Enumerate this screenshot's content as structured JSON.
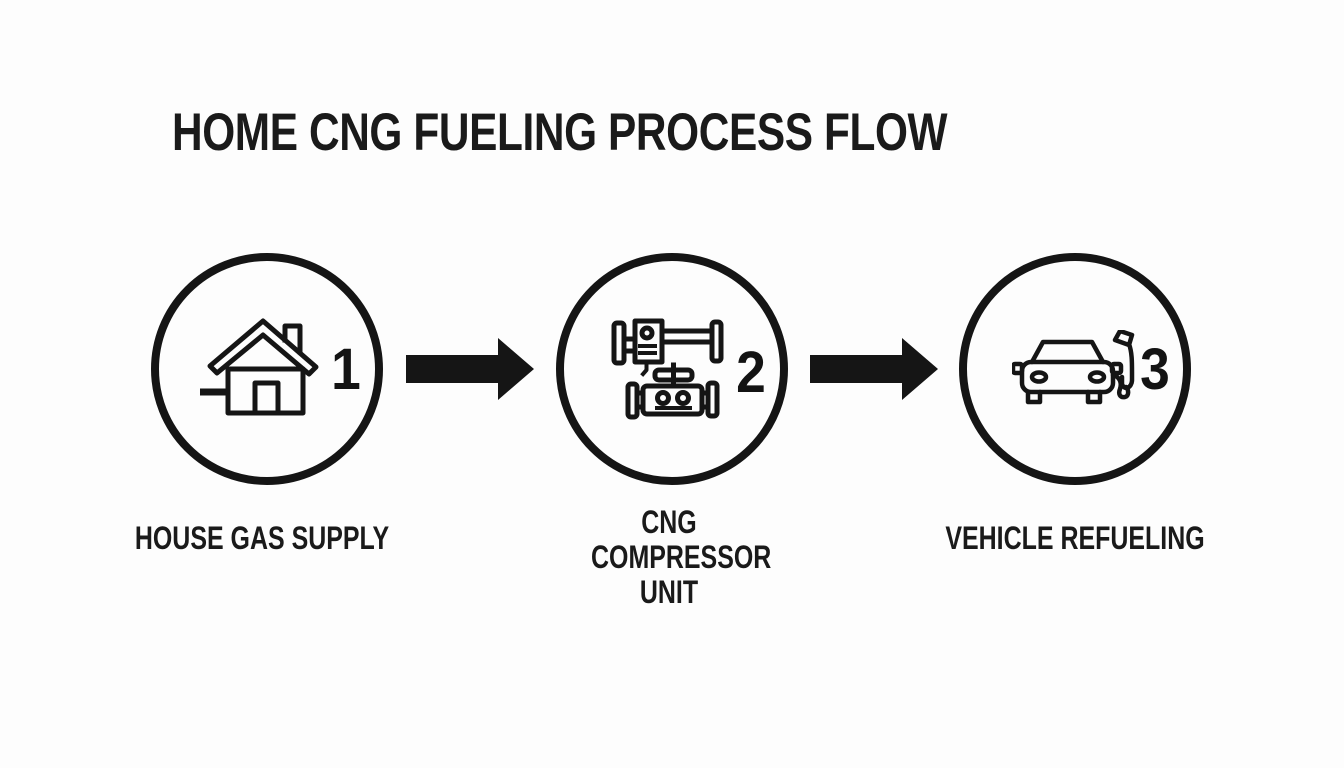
{
  "title": "HOME CNG FUELING PROCESS FLOW",
  "diagram": {
    "type": "process-flow",
    "direction": "left-to-right",
    "steps": [
      {
        "number": "1",
        "label": "HOUSE GAS SUPPLY",
        "icon": "house-icon"
      },
      {
        "number": "2",
        "label": "CNG COMPRESSOR UNIT",
        "icon": "cng-compressor-icon"
      },
      {
        "number": "3",
        "label": "VEHICLE REFUELING",
        "icon": "vehicle-refueling-icon"
      }
    ],
    "connectors": [
      {
        "from": "1",
        "to": "2",
        "style": "solid-right-arrow"
      },
      {
        "from": "2",
        "to": "3",
        "style": "solid-right-arrow"
      }
    ]
  },
  "colors": {
    "background": "#fdfdfd",
    "ink": "#151515"
  }
}
